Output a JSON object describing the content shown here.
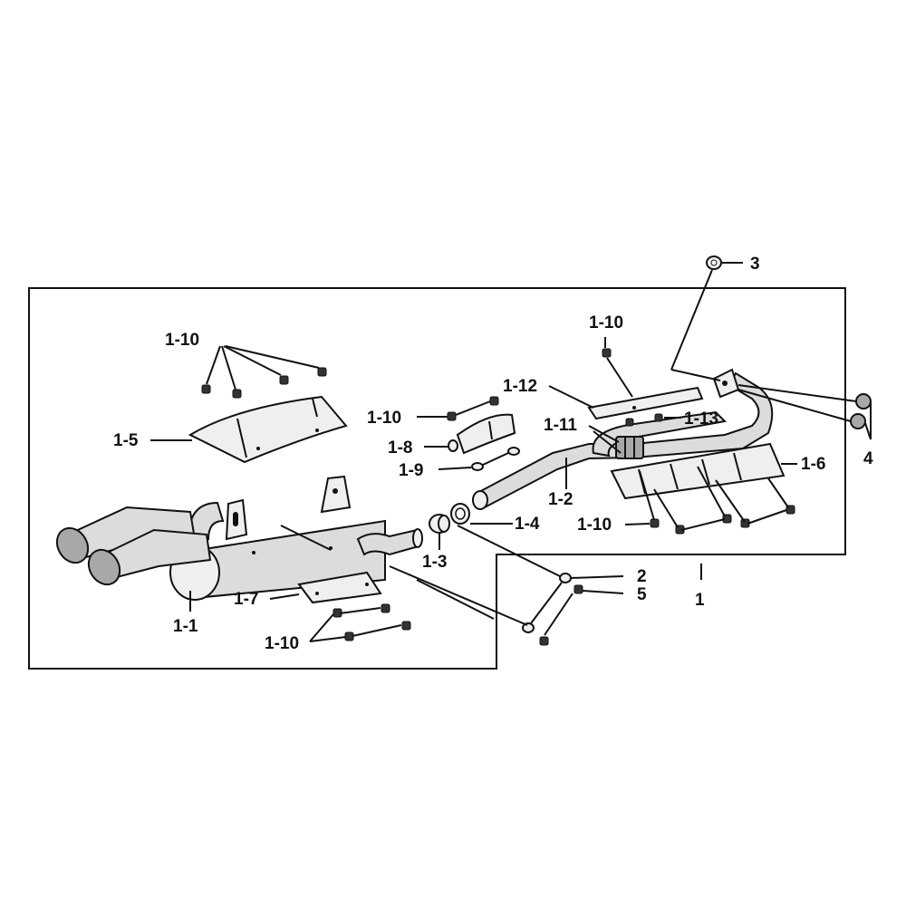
{
  "labels": {
    "l_1_10_a": "1-10",
    "l_1_5": "1-5",
    "l_1_1": "1-1",
    "l_1_7": "1-7",
    "l_1_10_b": "1-10",
    "l_1_3": "1-3",
    "l_1_4": "1-4",
    "l_1_10_c": "1-10",
    "l_1_8": "1-8",
    "l_1_9": "1-9",
    "l_1_10_d": "1-10",
    "l_1_12": "1-12",
    "l_1_11": "1-11",
    "l_1_13": "1-13",
    "l_1_2": "1-2",
    "l_1_10_e": "1-10",
    "l_1_6": "1-6",
    "l_3": "3",
    "l_4": "4",
    "l_2": "2",
    "l_5": "5",
    "l_1": "1"
  }
}
